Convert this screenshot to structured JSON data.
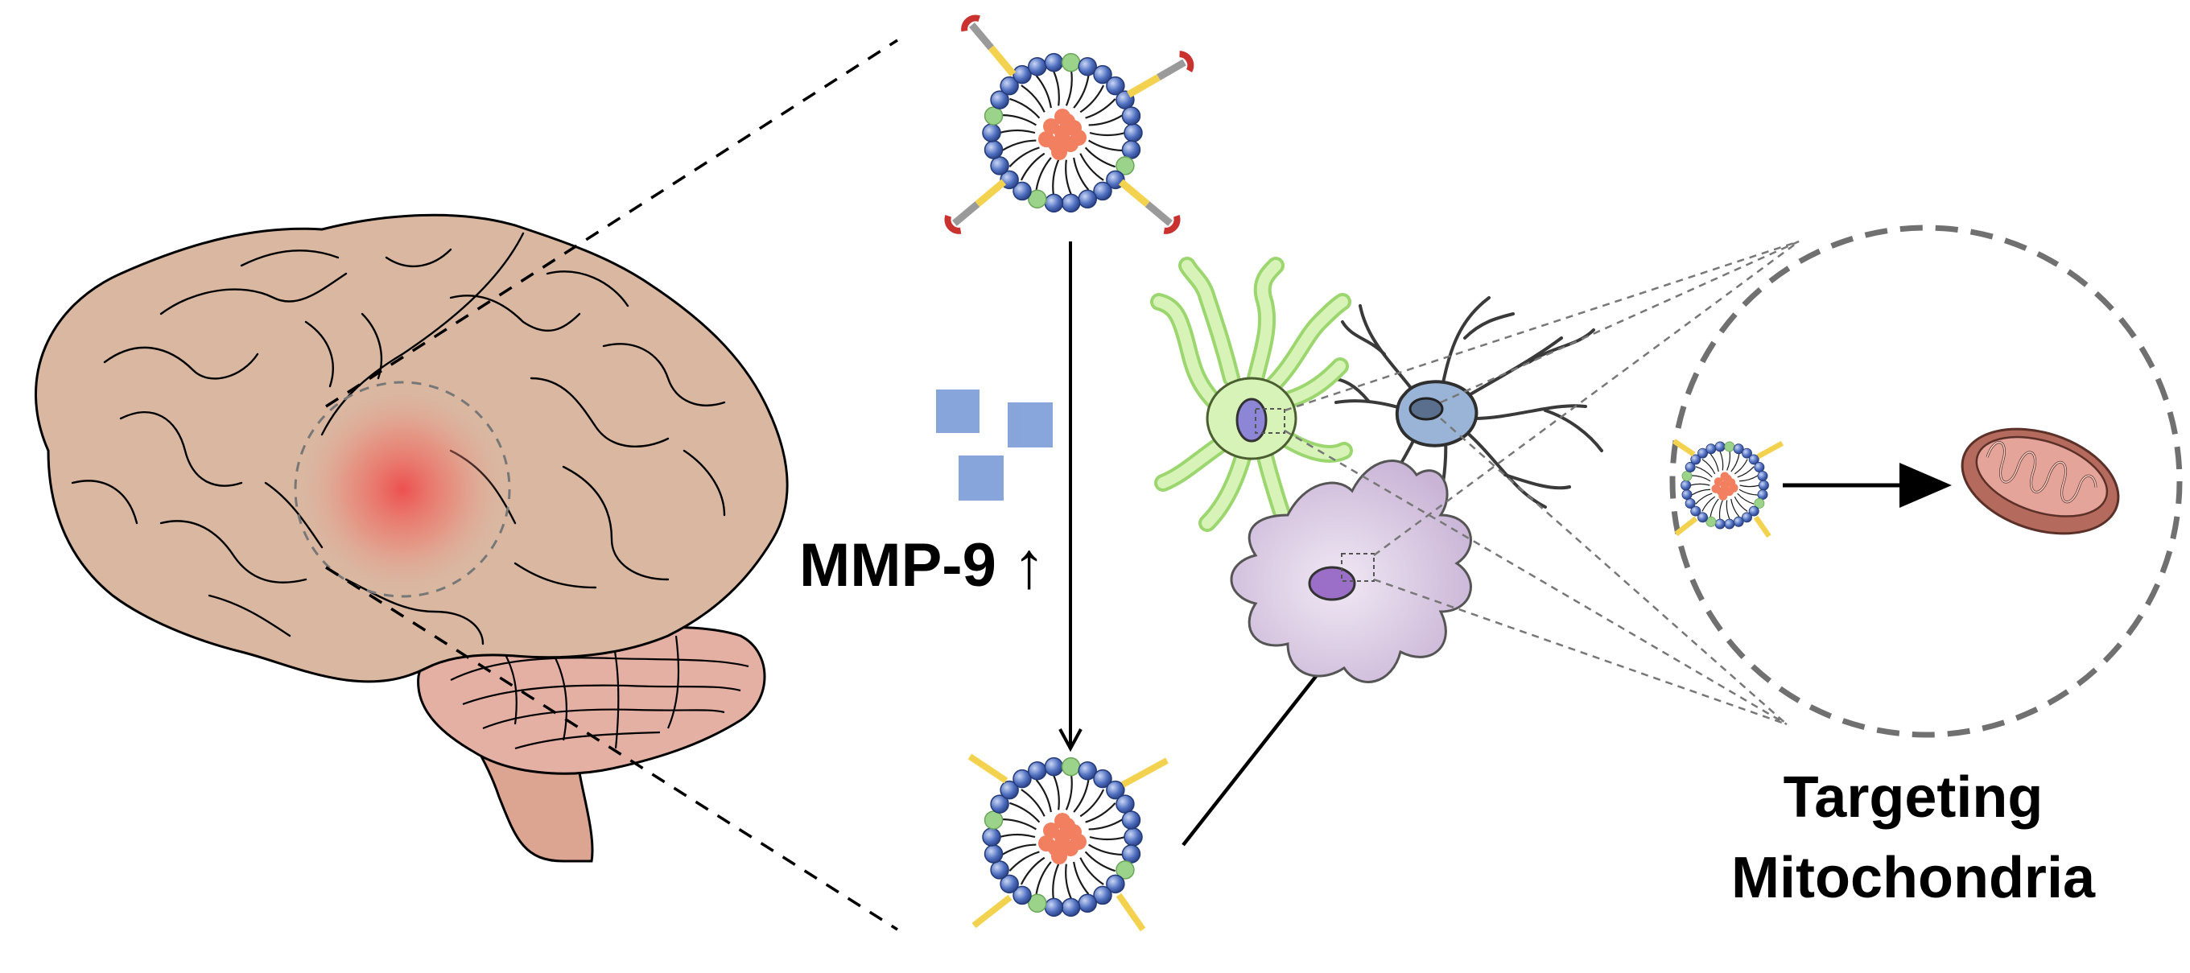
{
  "labels": {
    "mmp": "MMP-9",
    "mmp_arrow": "↑",
    "targeting_line1": "Targeting",
    "targeting_line2": "Mitochondria"
  },
  "colors": {
    "brain": "#d9b7a0",
    "cerebellum": "#e5b0a4",
    "brainstem": "#dca592",
    "lesion": "#ee5a5a",
    "phospholipid_head": "#4f6fc0",
    "lipid_accent": "#9bd38a",
    "drug_core": "#f28060",
    "mmp9_squares": "#7b9bd8",
    "astrocyte": "#d8f3b8",
    "neuron": "#9ab4d8",
    "microglia": "#d2c2dc",
    "mitochondrion": "#b46a5c",
    "peptide_cap": "#c9322f",
    "peptide_linker": "#f2d24e"
  }
}
